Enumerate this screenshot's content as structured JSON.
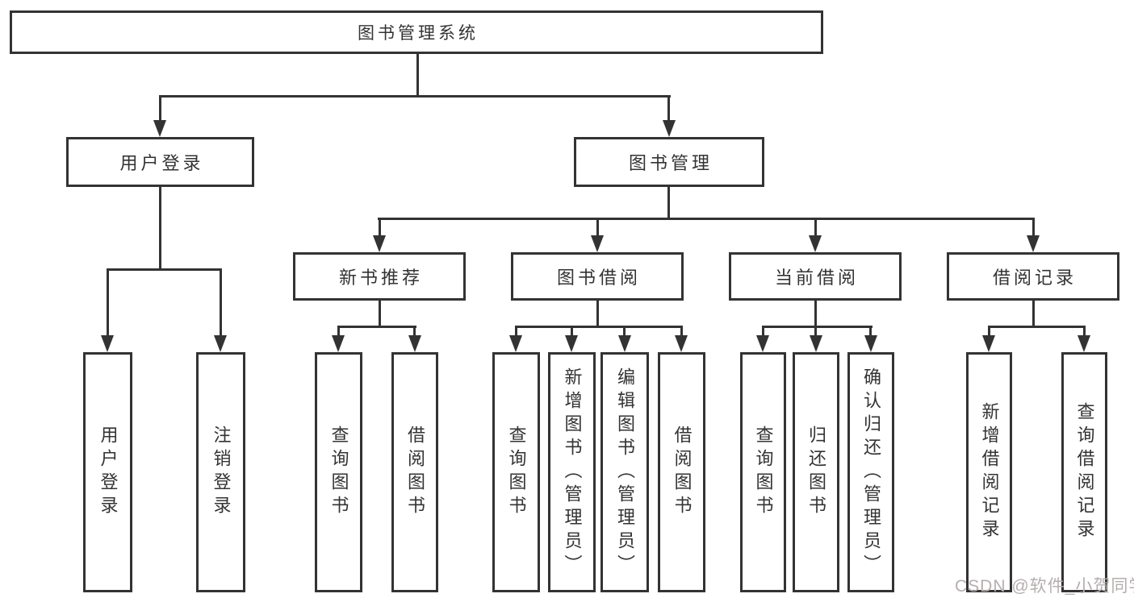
{
  "diagram": {
    "root": {
      "label": "图书管理系统"
    },
    "level1": [
      "用户登录",
      "图书管理"
    ],
    "level2": [
      "新书推荐",
      "图书借阅",
      "当前借阅",
      "借阅记录"
    ],
    "leaves": [
      "用户登录",
      "注销登录",
      "查询图书",
      "借阅图书",
      "查询图书",
      "新增图书（管理员）",
      "编辑图书（管理员）",
      "借阅图书",
      "查询图书",
      "归还图书",
      "确认归还（管理员）",
      "新增借阅记录",
      "查询借阅记录"
    ]
  },
  "watermark": {
    "text": "CSDN @软件_小贺同学"
  },
  "colors": {
    "line": "#333333",
    "text": "#333333",
    "watermark": "#b6aeae",
    "background": "#ffffff"
  }
}
